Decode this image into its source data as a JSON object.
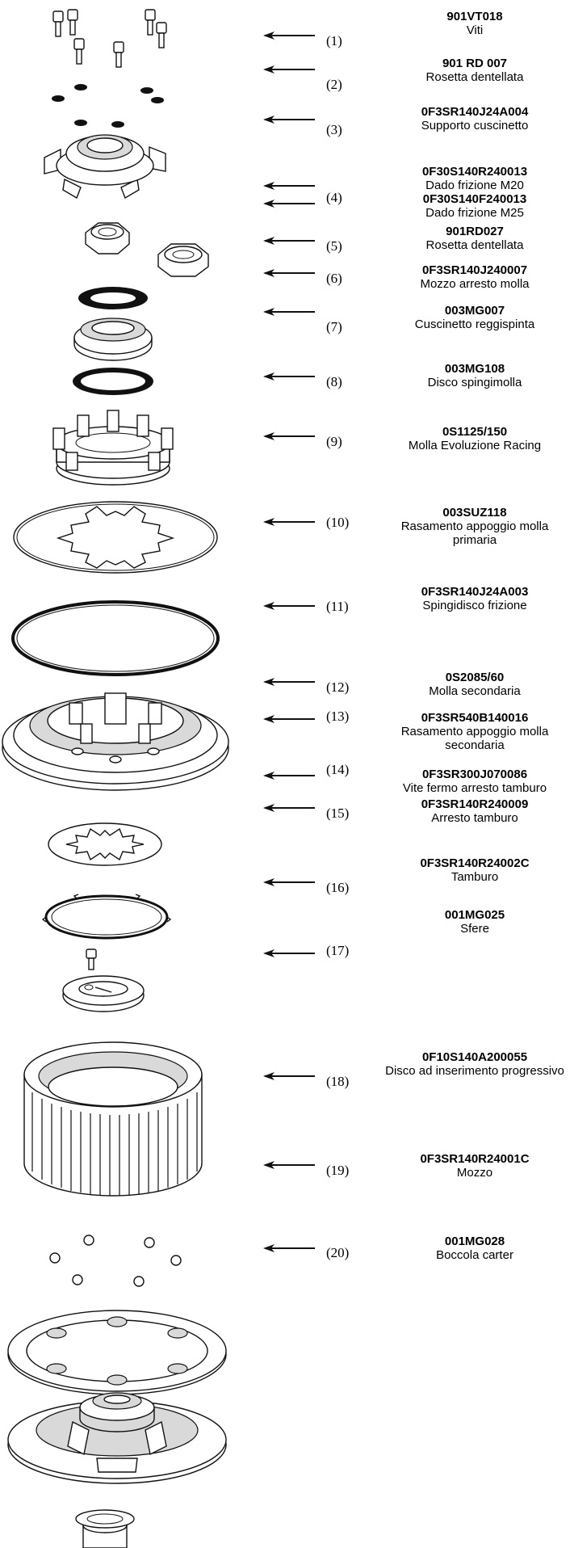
{
  "colors": {
    "line": "#111111",
    "background": "#ffffff"
  },
  "items": [
    {
      "num": "(1)",
      "code": "901VT018",
      "desc": "Viti"
    },
    {
      "num": "(2)",
      "code": "901 RD 007",
      "desc": "Rosetta dentellata"
    },
    {
      "num": "(3)",
      "code": "0F3SR140J24A004",
      "desc": "Supporto cuscinetto"
    },
    {
      "num": "(4)",
      "code": "0F30S140R240013",
      "desc": "Dado frizione M20",
      "code2": "0F30S140F240013",
      "desc2": "Dado frizione M25"
    },
    {
      "num": "(5)",
      "code": "901RD027",
      "desc": "Rosetta dentellata"
    },
    {
      "num": "(6)",
      "code": "0F3SR140J240007",
      "desc": "Mozzo arresto molla"
    },
    {
      "num": "(7)",
      "code": "003MG007",
      "desc": "Cuscinetto reggispinta"
    },
    {
      "num": "(8)",
      "code": "003MG108",
      "desc": "Disco spingimolla"
    },
    {
      "num": "(9)",
      "code": "0S1125/150",
      "desc": "Molla Evoluzione Racing"
    },
    {
      "num": "(10)",
      "code": "003SUZ118",
      "desc": "Rasamento appoggio molla primaria"
    },
    {
      "num": "(11)",
      "code": "0F3SR140J24A003",
      "desc": "Spingidisco frizione"
    },
    {
      "num": "(12)",
      "code": "0S2085/60",
      "desc": "Molla secondaria"
    },
    {
      "num": "(13)",
      "code": "0F3SR540B140016",
      "desc": "Rasamento appoggio molla secondaria"
    },
    {
      "num": "(14)",
      "code": "0F3SR300J070086",
      "desc": "Vite fermo arresto tamburo"
    },
    {
      "num": "(15)",
      "code": "0F3SR140R240009",
      "desc": "Arresto tamburo"
    },
    {
      "num": "(16)",
      "code": "0F3SR140R24002C",
      "desc": "Tamburo"
    },
    {
      "num": "(17)",
      "code": "001MG025",
      "desc": "Sfere"
    },
    {
      "num": "(18)",
      "code": "0F10S140A200055",
      "desc": "Disco ad inserimento progressivo"
    },
    {
      "num": "(19)",
      "code": "0F3SR140R24001C",
      "desc": "Mozzo"
    },
    {
      "num": "(20)",
      "code": "001MG028",
      "desc": "Boccola carter"
    }
  ]
}
